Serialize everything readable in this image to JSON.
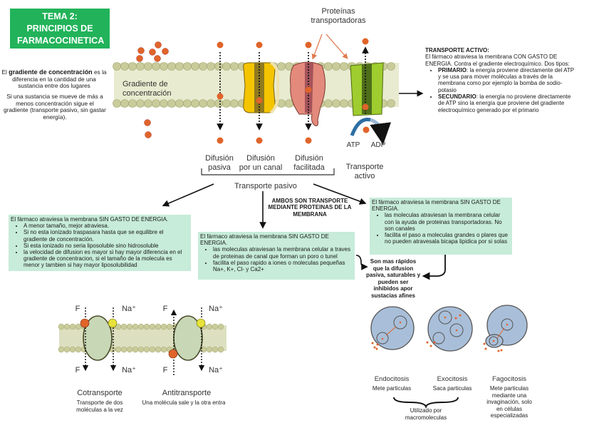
{
  "title": "TEMA 2: PRINCIPIOS DE FARMACOCINETICA",
  "gradient_text": {
    "prefix": "El ",
    "bold": "gradiente de concentración",
    "rest": "es la diferencia en la cantidad de una sustancia entre dos lugares",
    "second": "Si una sustancia se mueve de más a menos concentración sigue el gradiente (transporte pasivo, sin gastar energía)."
  },
  "membrane_diagram": {
    "gradient_label": "Gradiente de concentración",
    "proteins_label": "Proteínas transportadoras",
    "atp": "ATP",
    "adp": "ADP",
    "types": [
      {
        "label_1": "Difusión",
        "label_2": "pasiva"
      },
      {
        "label_1": "Difusión",
        "label_2": "por un canal"
      },
      {
        "label_1": "Difusión",
        "label_2": "facilitada"
      }
    ],
    "active_label_1": "Transporte",
    "active_label_2": "activo",
    "passive_label": "Transporte pasivo"
  },
  "active_transport": {
    "heading": "TRANSPORTE ACTIVO:",
    "intro": "El fármaco atraviesa la membrana CON GASTO DE ENERGIA. Contra el gradiente electroquímico. Dos tipos:",
    "items": [
      {
        "bold": "PRIMARIO",
        "text": ": la energía proviene directamente del ATP y se usa para mover moléculas a través de la membrana como por ejemplo la bomba de sodio-potasio"
      },
      {
        "bold": "SECUNDARIO",
        "text": ": la energía no proviene directamente de ATP sino la energía que proviene del gradiente electroquímico generado por el primario"
      }
    ]
  },
  "passive_box": {
    "intro": "El fármaco atraviesa la membrana SIN GASTO DE ENERGIA.",
    "items": [
      "A menor tamaño, mejor atraviesa.",
      "Si no esta ionizado traspasara hasta que se equilibre el gradiente de concentración.",
      "Si esta ionizado no seria liposoluble sino hidrosoluble",
      "la velocidad de difusion es mayor si hay mayor diferencia en el gradiente de concentracion, si el tamaño de la molecula es menor y tambien si hay mayor liposolubilidad"
    ]
  },
  "proteins_note": "AMBOS SON TRANSPORTE MEDIANTE PROTEINAS DE LA MEMBRANA",
  "channel_box": {
    "intro": "El fármaco atraviesa la membrana SIN GASTO DE ENERGIA.",
    "items": [
      "las moleculas atraviesan la membrana celular a traves de proteinas de canal que forman un poro o tunel",
      "facilita el paso rapido a iones o moleculas pequeñas Na+, K+, Cl- y Ca2+"
    ]
  },
  "facilitated_box": {
    "intro": "El fármaco atraviesa la membrana SIN GASTO DE ENERGIA.",
    "items": [
      "las moleculas atraviesan la membrana celular con la ayuda de proteinas transportadoras. No son canales",
      "facilita el paso a moleculas grandes o plares que no pueden atravesala bicapa lipidica por si solas"
    ]
  },
  "faster_note": "Son mas rápidos que la difusion pasiva, saturables y pueden ser inhibidos apor sustacias afines",
  "cotransport": {
    "f": "F",
    "na": "Na⁺",
    "co_title": "Cotransporte",
    "co_desc": "Transporte de dos moléculas a la vez",
    "anti_title": "Antitransporte",
    "anti_desc": "Una molécula sale y la otra entra"
  },
  "cytosis": {
    "endo_title": "Endocitosis",
    "endo_desc": "Mete particulas",
    "exo_title": "Exocitosis",
    "exo_desc": "Saca particulas",
    "fago_title": "Fagocitosis",
    "fago_desc": "Mete particulas mediante una invaginación, solo en células especializadas",
    "brace_note": "Utilizado por macromoleculas"
  },
  "colors": {
    "title_green": "#22b35a",
    "box_green": "#c7ecd9",
    "membrane": "#c9cc9a",
    "molecule": "#e0642a",
    "channel_yellow": "#f5c400",
    "carrier_pink": "#e38a7c",
    "pump_green": "#9fcc2e",
    "cell_blue": "#a9bfd9"
  }
}
